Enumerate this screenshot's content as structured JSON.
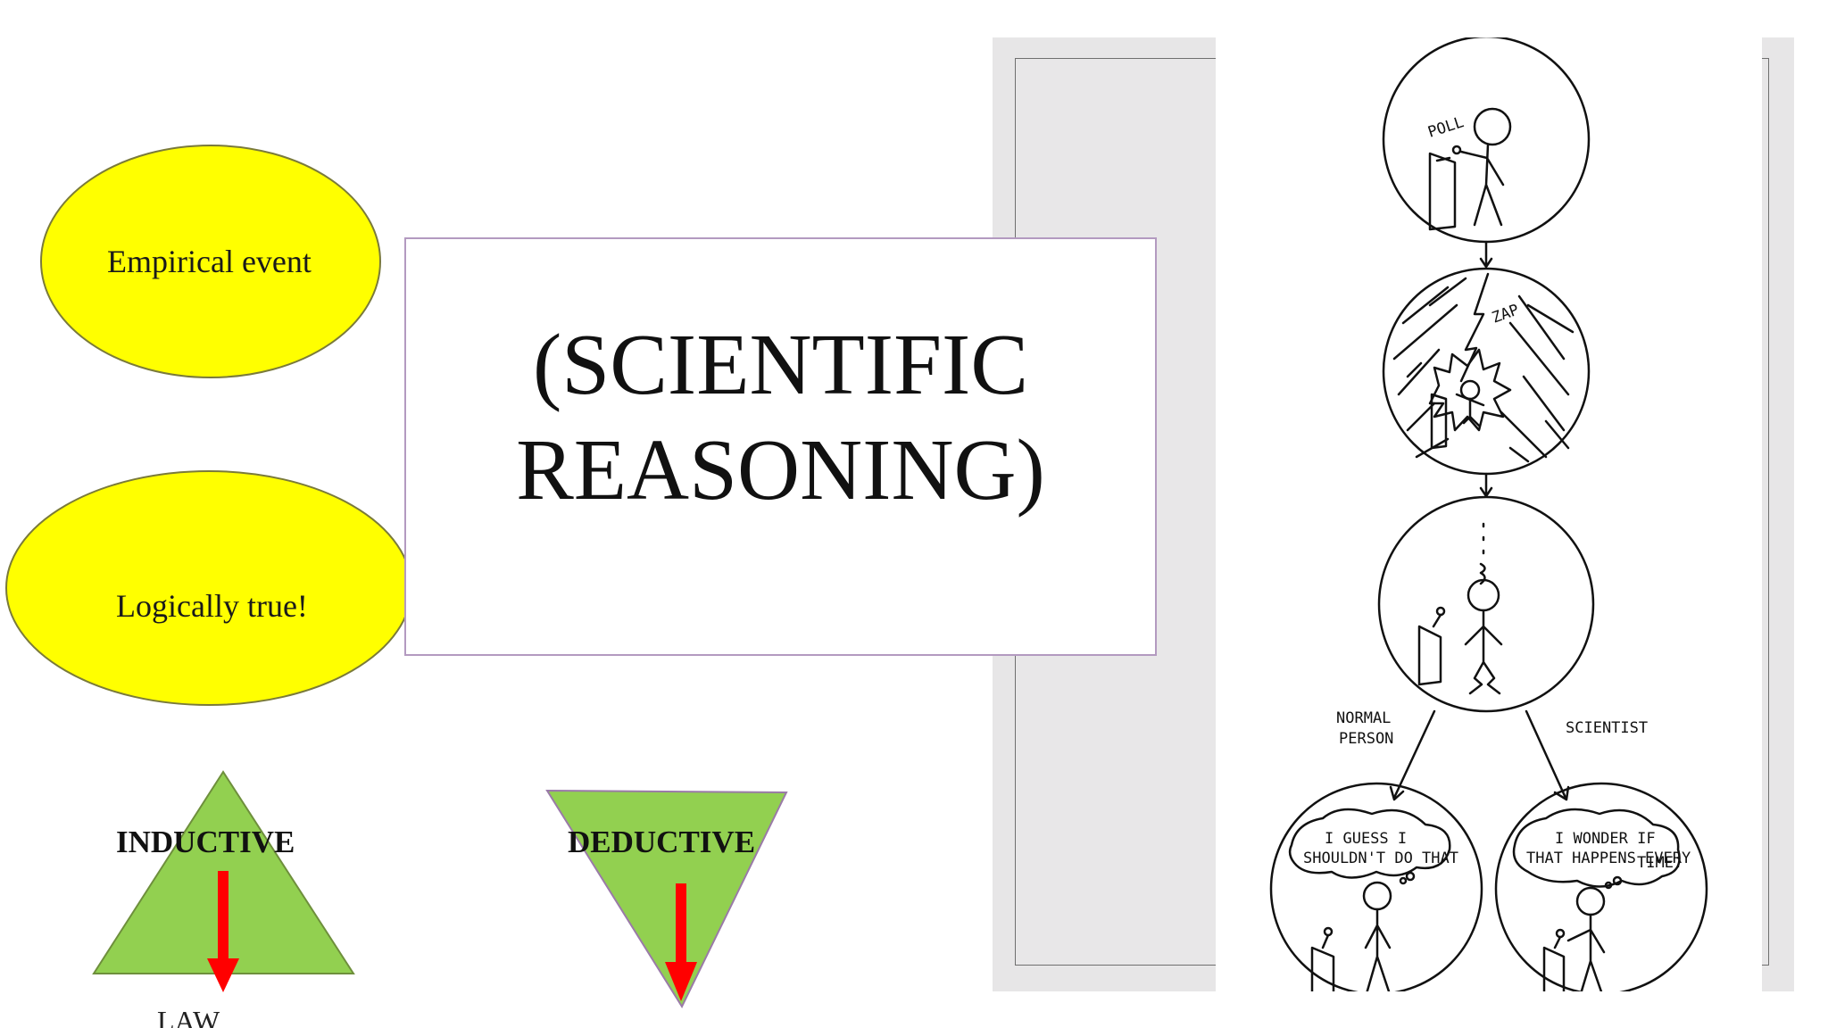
{
  "slide": {
    "title_line1": "(SCIENTIFIC",
    "title_line2": "REASONING)",
    "oval_top_label": "Empirical event",
    "oval_bottom_label": "Logically true!",
    "inductive_label": "INDUCTIVE",
    "deductive_label": "DEDUCTIVE",
    "law_label": "LAW"
  },
  "comic": {
    "panel1_sign": "POLL",
    "panel2_sound": "ZAP",
    "branch_left": [
      "NORMAL",
      "PERSON"
    ],
    "branch_right": "SCIENTIST",
    "bubble_left": [
      "I GUESS I",
      "SHOULDN'T DO THAT"
    ],
    "bubble_right": [
      "I WONDER IF",
      "THAT HAPPENS EVERY",
      "TIME."
    ]
  },
  "colors": {
    "oval_fill": "#ffff00",
    "triangle_fill": "#92d050",
    "arrow": "#ff0000",
    "title_border": "#b39ac0",
    "panel_gray": "#e7e6e7"
  }
}
